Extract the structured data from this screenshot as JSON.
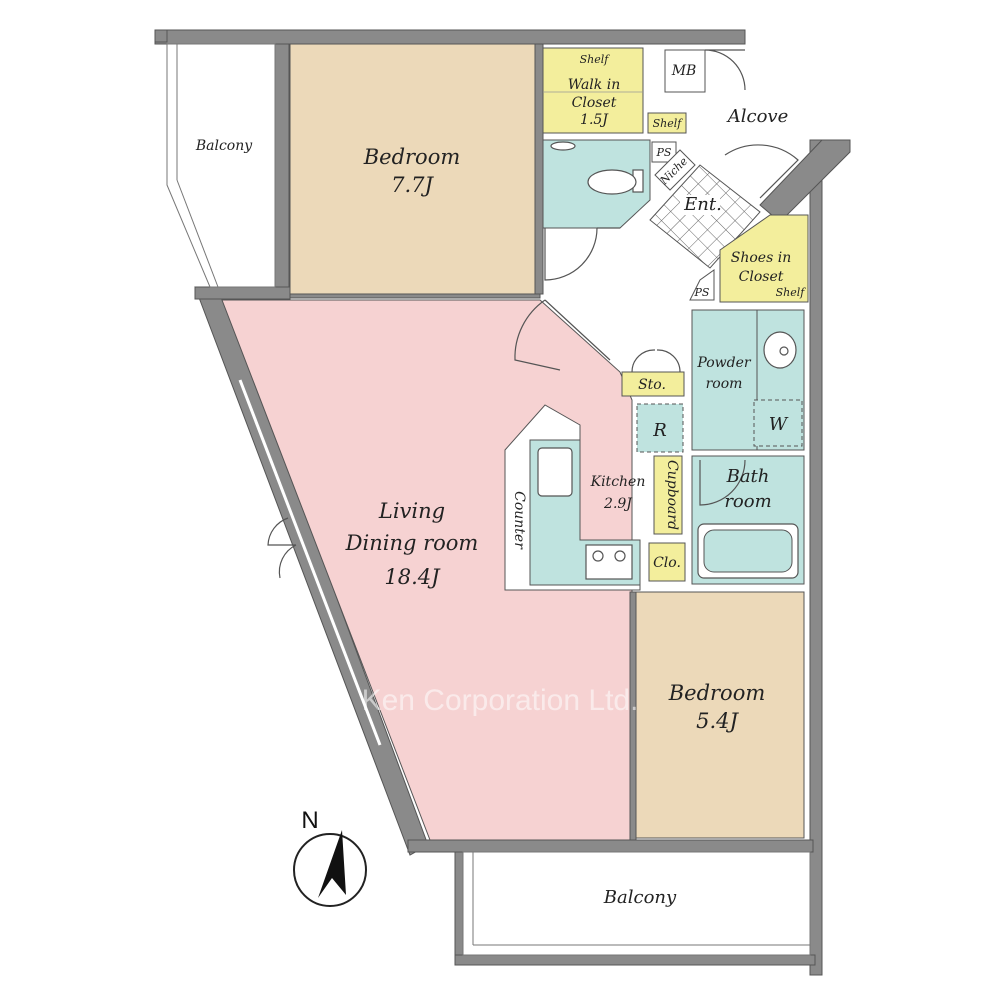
{
  "rooms": {
    "balcony_top": "Balcony",
    "bedroom1_name": "Bedroom",
    "bedroom1_size": "7.7J",
    "shelf1": "Shelf",
    "walkin_line1": "Walk in",
    "walkin_line2": "Closet",
    "walkin_size": "1.5J",
    "shelf2": "Shelf",
    "mb": "MB",
    "alcove": "Alcove",
    "ps1": "PS",
    "niche": "Niche",
    "entrance": "Ent.",
    "shoes_line1": "Shoes in",
    "shoes_line2": "Closet",
    "shelf3": "Shelf",
    "ps2": "PS",
    "powder_line1": "Powder",
    "powder_line2": "room",
    "storage": "Sto.",
    "fridge": "R",
    "washer": "W",
    "kitchen_name": "Kitchen",
    "kitchen_size": "2.9J",
    "cupboard": "Cupboard",
    "counter": "Counter",
    "bath_line1": "Bath",
    "bath_line2": "room",
    "closet": "Clo.",
    "living_line1": "Living",
    "living_line2": "Dining room",
    "living_size": "18.4J",
    "bedroom2_name": "Bedroom",
    "bedroom2_size": "5.4J",
    "balcony_bottom": "Balcony"
  },
  "compass": {
    "north": "N"
  },
  "watermark": "Ken Corporation Ltd.",
  "colors": {
    "living": "#f6d2d2",
    "bedroom": "#ecd9b9",
    "wet_area": "#bfe3df",
    "storage": "#f3ee9c",
    "wall": "#8a8a8a",
    "floor": "#ffffff"
  }
}
